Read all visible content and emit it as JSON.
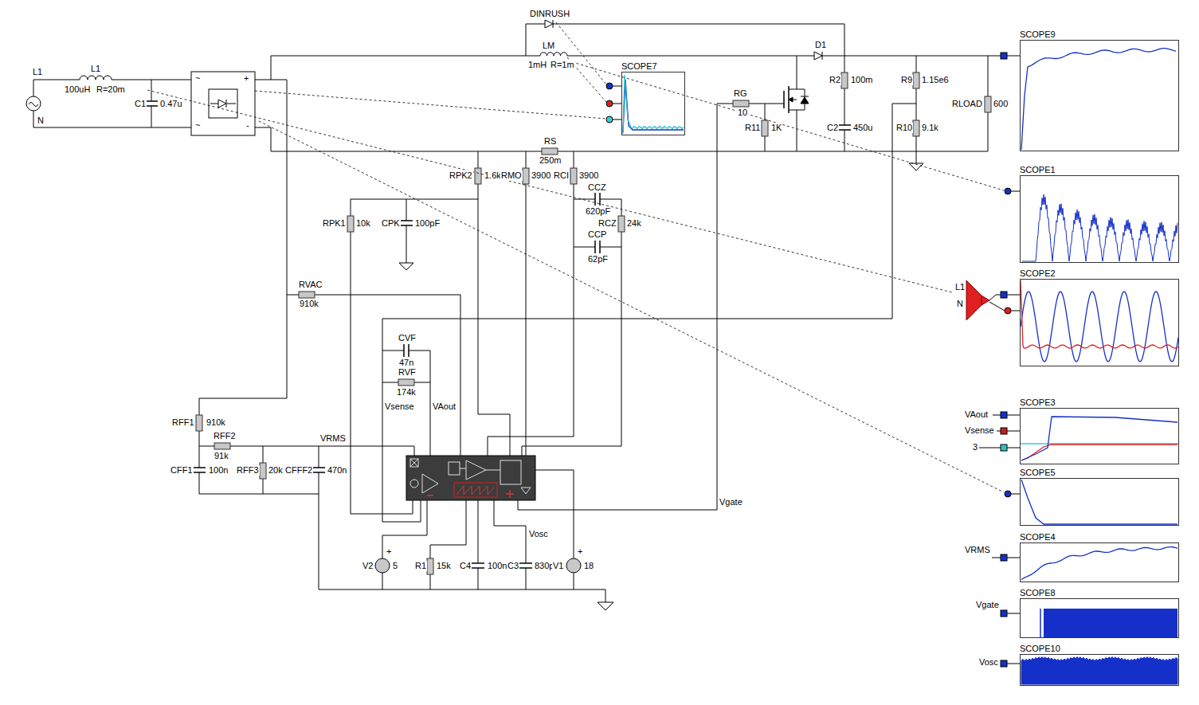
{
  "diagram": {
    "nodes": [
      {
        "text": [
          "SCOPE9"
        ]
      },
      {
        "text": [
          "SCOPE7"
        ]
      },
      {
        "text": [
          "SCOPE1"
        ]
      },
      {
        "text": [
          "SCOPE2"
        ]
      },
      {
        "text": [
          "SCOPE3"
        ]
      },
      {
        "text": [
          "SCOPE5"
        ]
      },
      {
        "text": [
          "SCOPE4"
        ]
      },
      {
        "text": [
          "SCOPE8"
        ]
      },
      {
        "text": [
          "SCOPE10"
        ]
      }
    ],
    "labels": [
      "L1",
      "N",
      "L1",
      "100uH",
      "R=20m",
      "C1",
      "0.47u",
      "~",
      "+",
      "~",
      "-",
      "DINRUSH",
      "LM",
      "1mH",
      "R=1m",
      "D1",
      "RG",
      "10",
      "R11",
      "1K",
      "R2",
      "100m",
      "C2",
      "450u",
      "R9",
      "1.15e6",
      "R10",
      "9.1k",
      "RLOAD",
      "600",
      "RS",
      "250m",
      "RPK2",
      "1.6k",
      "RMO",
      "3900",
      "RCI",
      "3900",
      "CCZ",
      "620pF",
      "RCZ",
      "24k",
      "CCP",
      "62pF",
      "RPK1",
      "10k",
      "CPK",
      "100pF",
      "RVAC",
      "910k",
      "CVF",
      "47n",
      "RVF",
      "174k",
      "Vsense",
      "VAout",
      "RFF1",
      "910k",
      "RFF2",
      "91k",
      "VRMS",
      "CFF1",
      "100n",
      "RFF3",
      "20k",
      "CFFF2",
      "470n",
      "Vgate",
      "Vosc",
      "+",
      "V2",
      "5",
      "R1",
      "15k",
      "C4",
      "100n",
      "C3",
      "830p",
      "+",
      "V1",
      "18",
      "L1",
      "N",
      "VAout",
      "Vsense",
      "3",
      "VRMS",
      "Vgate",
      "Vosc"
    ]
  }
}
